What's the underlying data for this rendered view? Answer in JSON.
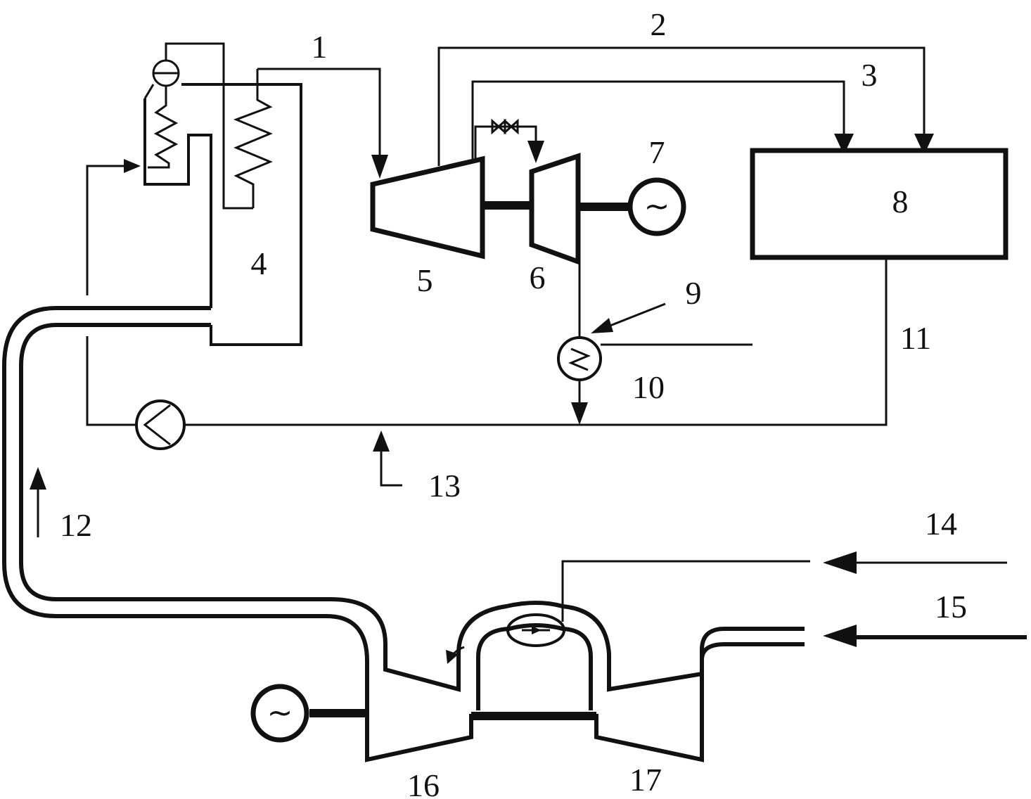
{
  "labels": {
    "l1": "1",
    "l2": "2",
    "l3": "3",
    "l4": "4",
    "l5": "5",
    "l6": "6",
    "l7": "7",
    "l8": "8",
    "l9": "9",
    "l10": "10",
    "l11": "11",
    "l12": "12",
    "l13": "13",
    "l14": "14",
    "l15": "15",
    "l16": "16",
    "l17": "17"
  },
  "symbols": {
    "generator": "~"
  },
  "icons": {
    "generator": "generator-icon",
    "pump": "pump-icon",
    "condenser": "heat-exchanger-icon",
    "valve": "valve-icon",
    "combustor": "combustor-icon"
  },
  "colors": {
    "ink": "#111111",
    "background": "#ffffff"
  }
}
